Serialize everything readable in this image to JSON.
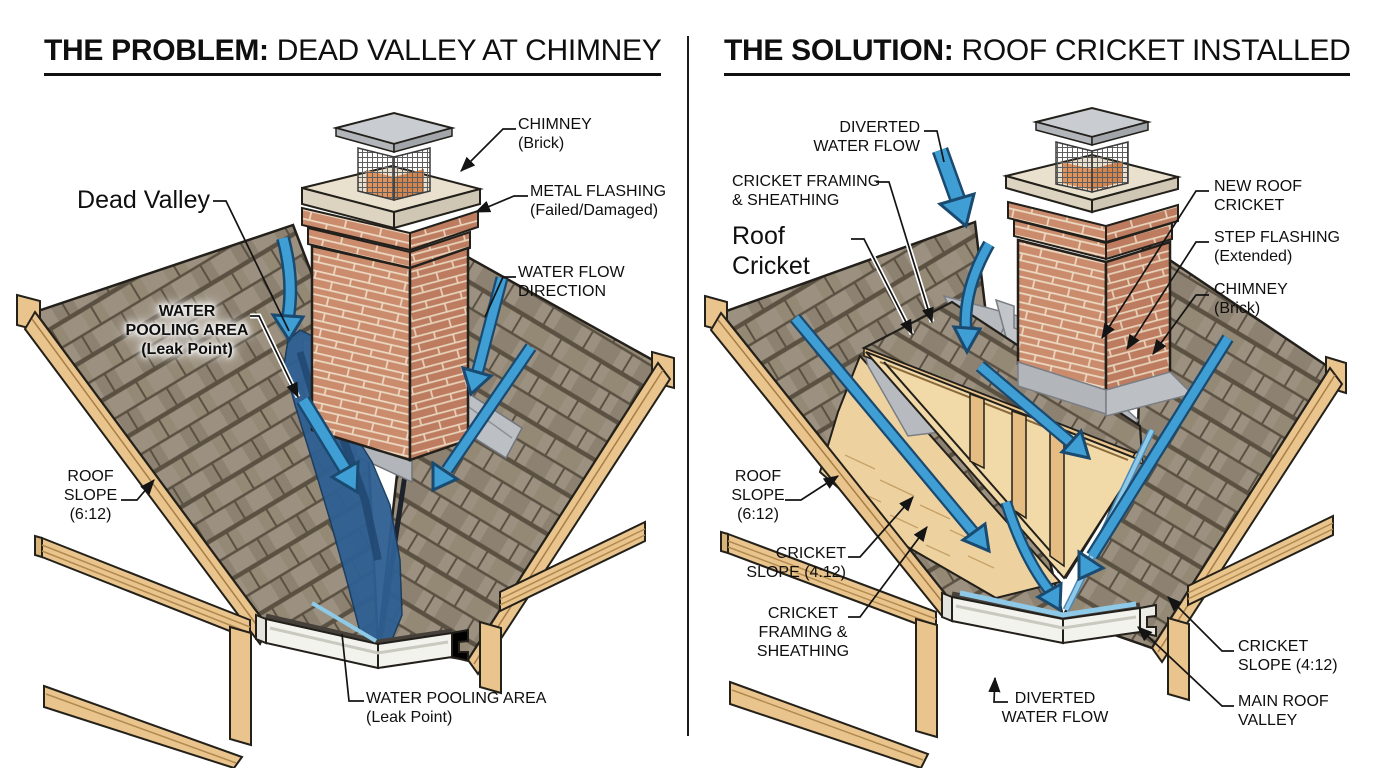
{
  "panels": {
    "left": {
      "title_strong": "THE PROBLEM:",
      "title_rest": " DEAD VALLEY AT CHIMNEY",
      "labels": {
        "dead_valley": "Dead Valley",
        "chimney": "CHIMNEY\n(Brick)",
        "metal_flashing": "METAL FLASHING\n(Failed/Damaged)",
        "water_flow_direction": "WATER FLOW\nDIRECTION",
        "water_pooling_upper": "WATER\nPOOLING AREA\n(Leak Point)",
        "roof_slope": "ROOF\nSLOPE\n(6:12)",
        "water_pooling_lower": "WATER POOLING AREA\n(Leak Point)"
      }
    },
    "right": {
      "title_strong": "THE SOLUTION:",
      "title_rest": " ROOF CRICKET INSTALLED",
      "labels": {
        "diverted_water_top": "DIVERTED\nWATER FLOW",
        "cricket_framing_top": "CRICKET FRAMING\n& SHEATHING",
        "roof_cricket": "Roof Cricket",
        "new_roof_cricket": "NEW ROOF\nCRICKET",
        "step_flashing": "STEP FLASHING\n(Extended)",
        "chimney": "CHIMNEY\n(Brick)",
        "roof_slope": "ROOF\nSLOPE\n(6:12)",
        "cricket_slope_left": "CRICKET\nSLOPE (4:12)",
        "cricket_framing_bottom": "CRICKET\nFRAMING &\nSHEATHING",
        "diverted_water_bottom": "DIVERTED\nWATER FLOW",
        "cricket_slope_right": "CRICKET\nSLOPE (4:12)",
        "main_roof_valley": "MAIN ROOF\nVALLEY"
      }
    }
  },
  "colors": {
    "ink": "#111111",
    "shingle": "#9c9181",
    "wood": "#e9c48c",
    "plywood": "#edd2a0",
    "brick": "#cb8c6d",
    "mortar": "#ecd9c2",
    "flashing": "#b7bbc0",
    "water_arrow": "#3f9fd4",
    "water_pool": "#2e5f92",
    "water_light": "#8ecae8",
    "chimney_cap": "#c9cdd2",
    "chimney_crown": "#e9e1cd",
    "gutter": "#f3f3ee"
  }
}
